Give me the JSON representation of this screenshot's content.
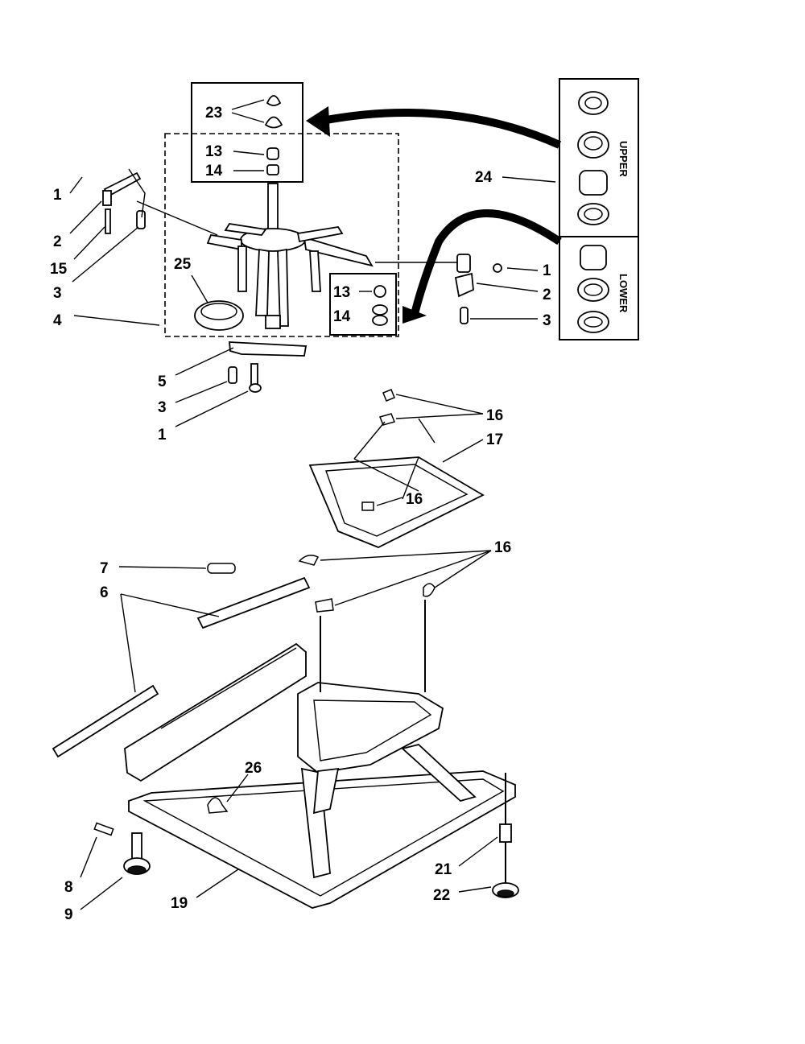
{
  "colors": {
    "ink": "#000000",
    "paper": "#ffffff"
  },
  "diagram": {
    "callouts": {
      "c1a": "1",
      "c2a": "2",
      "c15": "15",
      "c3a": "3",
      "c4": "4",
      "c25": "25",
      "c23": "23",
      "c13a": "13",
      "c14a": "14",
      "c13b": "13",
      "c14b": "14",
      "c24": "24",
      "c1b": "1",
      "c2b": "2",
      "c3b": "3",
      "c5": "5",
      "c3c": "3",
      "c1c": "1",
      "c16a": "16",
      "c17": "17",
      "c16b": "16",
      "c16c": "16",
      "c7": "7",
      "c6": "6",
      "c26": "26",
      "c8": "8",
      "c9": "9",
      "c19": "19",
      "c21": "21",
      "c22": "22"
    },
    "kit_labels": {
      "upper": "UPPER",
      "lower": "LOWER"
    }
  }
}
